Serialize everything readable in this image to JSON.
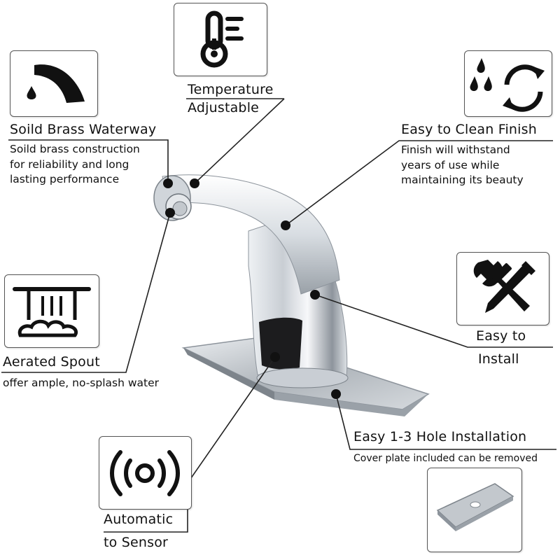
{
  "features": {
    "temperature": {
      "title_line1": "Temperature",
      "title_line2": "Adjustable",
      "icon": "thermometer-icon"
    },
    "brass": {
      "title": "Soild Brass Waterway",
      "desc": [
        "Soild brass construction",
        "for reliability and long",
        "lasting performance"
      ],
      "icon": "spout-water-drop-icon"
    },
    "clean": {
      "title": "Easy to Clean Finish",
      "desc": [
        "Finish will withstand",
        "years of use while",
        "maintaining its beauty"
      ],
      "icon": "drops-recycle-icon"
    },
    "install": {
      "title_line1": "Easy to",
      "title_line2": "Install",
      "icon": "wrench-screwdriver-icon"
    },
    "aerated": {
      "title": "Aerated Spout",
      "desc": "offer ample, no-splash water",
      "icon": "waterfall-icon"
    },
    "hole": {
      "title": "Easy 1-3 Hole Installation",
      "desc": "Cover plate included can be removed",
      "icon": "cover-plate-icon"
    },
    "sensor": {
      "title_line1": "Automatic",
      "title_line2": "to Sensor",
      "icon": "sensor-waves-icon"
    }
  },
  "colors": {
    "line": "#222222",
    "chrome_light": "#f2f4f6",
    "chrome_mid": "#b9bec4",
    "chrome_dark": "#5b6168",
    "sensor_window": "#1c1c1e"
  }
}
